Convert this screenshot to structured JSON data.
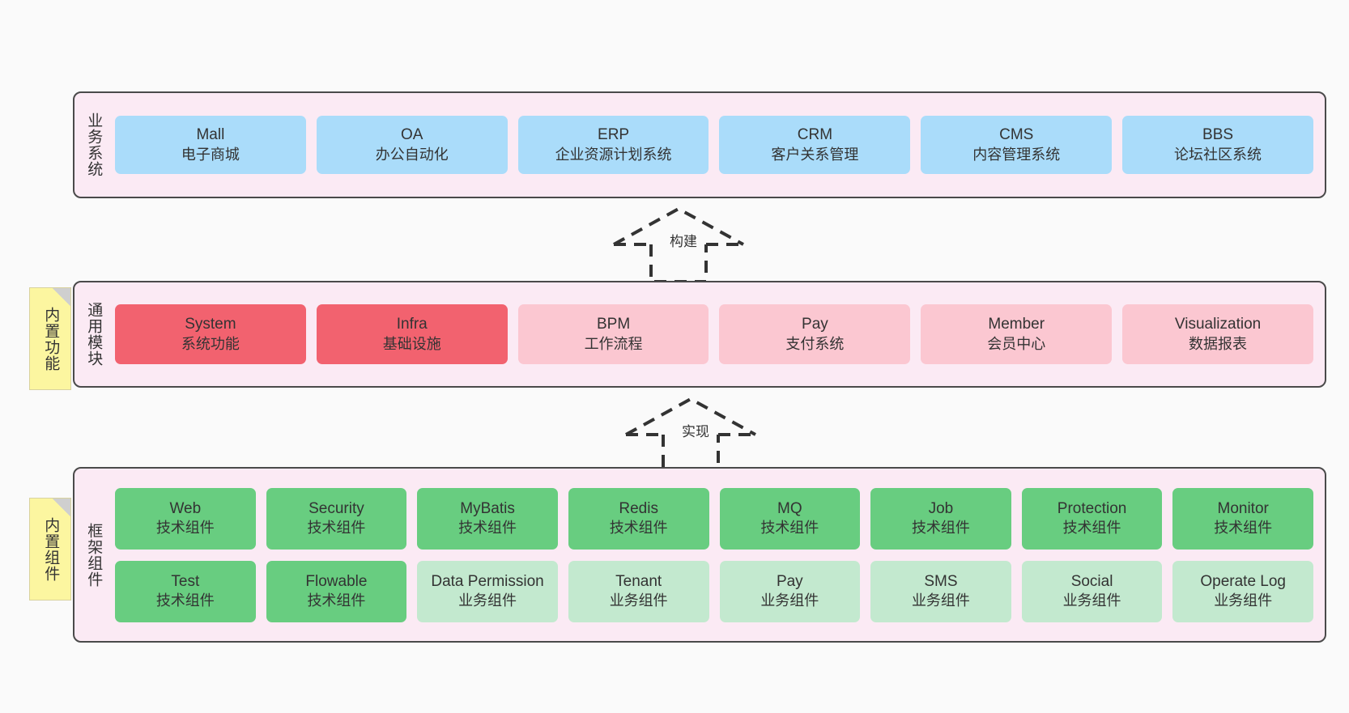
{
  "diagram": {
    "background_color": "#fafafa",
    "band_fill": "#fbeaf4",
    "band_border": "#4a4a4a",
    "note_fill": "#fcf6a0"
  },
  "bands": [
    {
      "id": "business",
      "title": "业务系统",
      "rows": [
        {
          "cards": [
            {
              "en": "Mall",
              "cn": "电子商城",
              "color": "#aadcfa",
              "style": "c-blue"
            },
            {
              "en": "OA",
              "cn": "办公自动化",
              "color": "#aadcfa",
              "style": "c-blue"
            },
            {
              "en": "ERP",
              "cn": "企业资源计划系统",
              "color": "#aadcfa",
              "style": "c-blue"
            },
            {
              "en": "CRM",
              "cn": "客户关系管理",
              "color": "#aadcfa",
              "style": "c-blue"
            },
            {
              "en": "CMS",
              "cn": "内容管理系统",
              "color": "#aadcfa",
              "style": "c-blue"
            },
            {
              "en": "BBS",
              "cn": "论坛社区系统",
              "color": "#aadcfa",
              "style": "c-blue"
            }
          ]
        }
      ]
    },
    {
      "id": "modules",
      "title": "通用模块",
      "note": "内置功能",
      "rows": [
        {
          "cards": [
            {
              "en": "System",
              "cn": "系统功能",
              "color": "#f2626f",
              "style": "c-red"
            },
            {
              "en": "Infra",
              "cn": "基础设施",
              "color": "#f2626f",
              "style": "c-red"
            },
            {
              "en": "BPM",
              "cn": "工作流程",
              "color": "#fbc7d1",
              "style": "c-pink"
            },
            {
              "en": "Pay",
              "cn": "支付系统",
              "color": "#fbc7d1",
              "style": "c-pink"
            },
            {
              "en": "Member",
              "cn": "会员中心",
              "color": "#fbc7d1",
              "style": "c-pink"
            },
            {
              "en": "Visualization",
              "cn": "数据报表",
              "color": "#fbc7d1",
              "style": "c-pink"
            }
          ]
        }
      ]
    },
    {
      "id": "framework",
      "title": "框架组件",
      "note": "内置组件",
      "rows": [
        {
          "cards": [
            {
              "en": "Web",
              "cn": "技术组件",
              "color": "#68cd80",
              "style": "c-green"
            },
            {
              "en": "Security",
              "cn": "技术组件",
              "color": "#68cd80",
              "style": "c-green"
            },
            {
              "en": "MyBatis",
              "cn": "技术组件",
              "color": "#68cd80",
              "style": "c-green"
            },
            {
              "en": "Redis",
              "cn": "技术组件",
              "color": "#68cd80",
              "style": "c-green"
            },
            {
              "en": "MQ",
              "cn": "技术组件",
              "color": "#68cd80",
              "style": "c-green"
            },
            {
              "en": "Job",
              "cn": "技术组件",
              "color": "#68cd80",
              "style": "c-green"
            },
            {
              "en": "Protection",
              "cn": "技术组件",
              "color": "#68cd80",
              "style": "c-green"
            },
            {
              "en": "Monitor",
              "cn": "技术组件",
              "color": "#68cd80",
              "style": "c-green"
            }
          ]
        },
        {
          "cards": [
            {
              "en": "Test",
              "cn": "技术组件",
              "color": "#68cd80",
              "style": "c-green"
            },
            {
              "en": "Flowable",
              "cn": "技术组件",
              "color": "#68cd80",
              "style": "c-green"
            },
            {
              "en": "Data Permission",
              "cn": "业务组件",
              "color": "#c3e9cf",
              "style": "c-lightgreen"
            },
            {
              "en": "Tenant",
              "cn": "业务组件",
              "color": "#c3e9cf",
              "style": "c-lightgreen"
            },
            {
              "en": "Pay",
              "cn": "业务组件",
              "color": "#c3e9cf",
              "style": "c-lightgreen"
            },
            {
              "en": "SMS",
              "cn": "业务组件",
              "color": "#c3e9cf",
              "style": "c-lightgreen"
            },
            {
              "en": "Social",
              "cn": "业务组件",
              "color": "#c3e9cf",
              "style": "c-lightgreen"
            },
            {
              "en": "Operate Log",
              "cn": "业务组件",
              "color": "#c3e9cf",
              "style": "c-lightgreen"
            }
          ]
        }
      ]
    }
  ],
  "connectors": [
    {
      "id": "build",
      "label": "构建",
      "from": "modules",
      "to": "business"
    },
    {
      "id": "implement",
      "label": "实现",
      "from": "framework",
      "to": "modules"
    }
  ]
}
